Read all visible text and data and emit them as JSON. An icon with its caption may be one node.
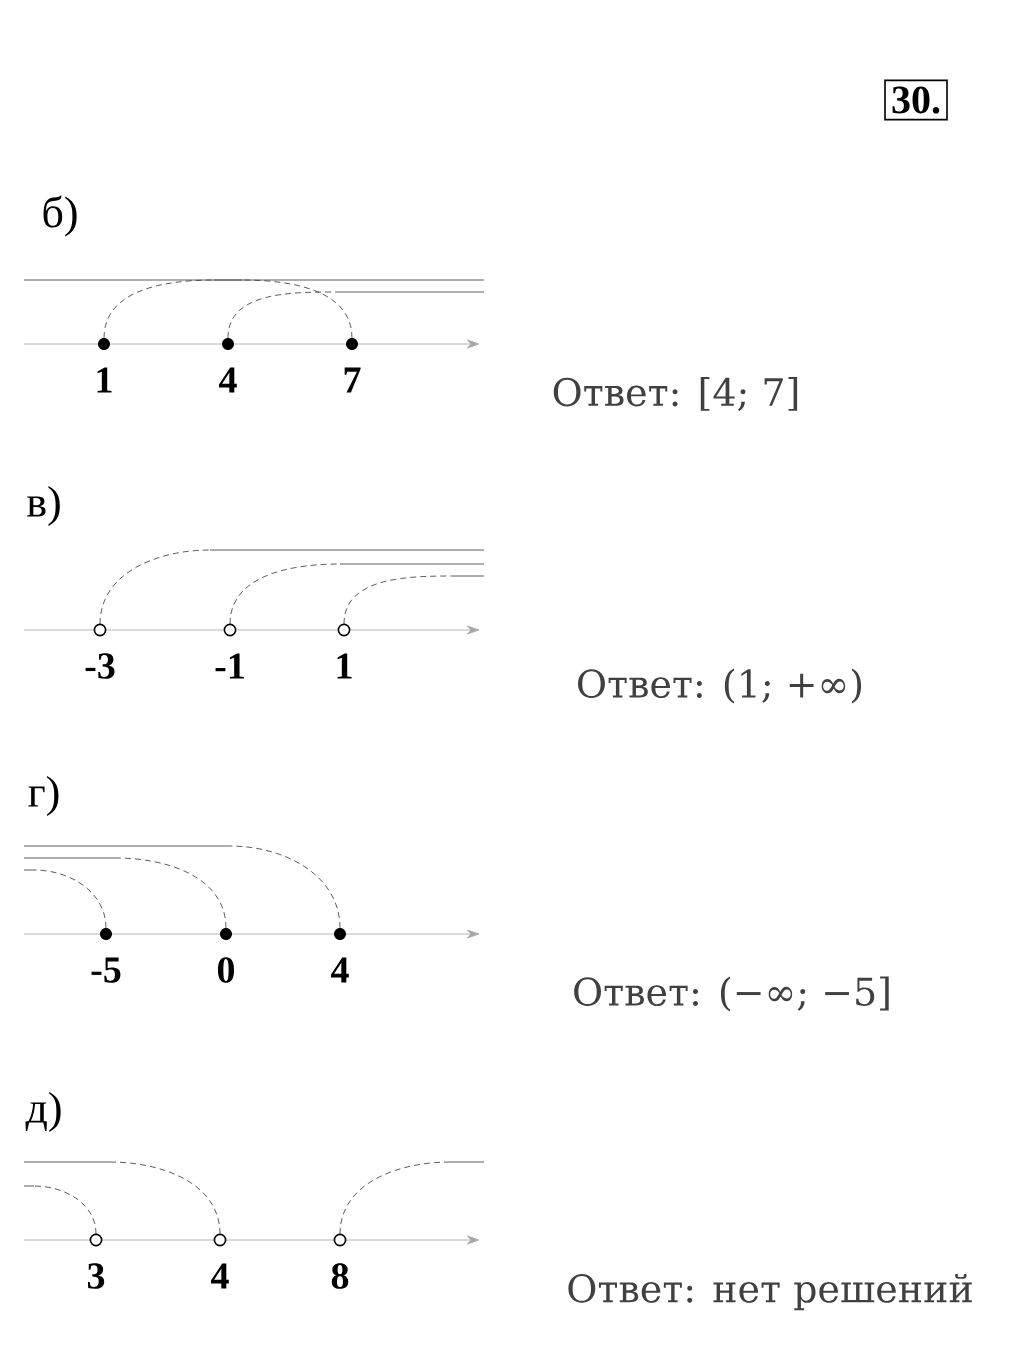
{
  "diagram": {
    "labels": [
      "30.",
      "б)",
      "1",
      "4",
      "7",
      "Ответ: [4; 7]",
      "в)",
      "-3",
      "-1",
      "1",
      "Ответ: (1; +∞)",
      "г)",
      "-5",
      "0",
      "4",
      "Ответ: (−∞; −5]",
      "д)",
      "3",
      "4",
      "8",
      "Ответ: нет решений"
    ]
  }
}
